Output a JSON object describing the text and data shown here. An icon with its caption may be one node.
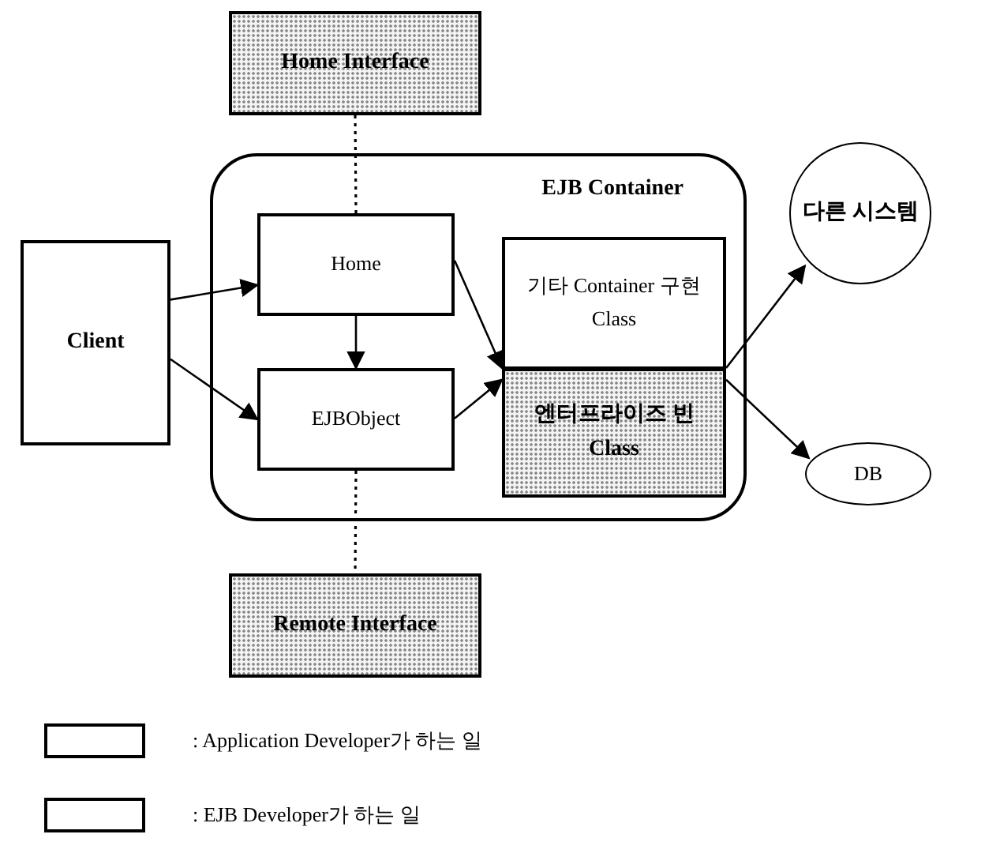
{
  "diagram": {
    "nodes": [
      {
        "text": [
          "Home Interface"
        ]
      },
      {
        "text": [
          "EJB Container"
        ]
      },
      {
        "text": [
          "Client"
        ]
      },
      {
        "text": [
          "Home"
        ],
        "in": 1
      },
      {
        "text": [
          "EJBObject"
        ],
        "in": 1
      },
      {
        "text": [
          "기타 Container 구현 Class"
        ],
        "in": 1
      },
      {
        "text": [
          "엔터프라이즈 빈 Class"
        ],
        "in": 1
      },
      {
        "text": [
          "다른 시스템"
        ]
      },
      {
        "text": [
          "DB"
        ]
      },
      {
        "text": [
          "Remote Interface"
        ]
      }
    ],
    "edges": [
      {
        "from": 2,
        "to": 3,
        "arrow": "to"
      },
      {
        "from": 2,
        "to": 4,
        "arrow": "to"
      },
      {
        "from": 3,
        "to": 4,
        "arrow": "to"
      },
      {
        "from": 3,
        "to": 6,
        "arrow": "to"
      },
      {
        "from": 4,
        "to": 6,
        "arrow": "to"
      },
      {
        "from": 6,
        "to": 7,
        "arrow": "to"
      },
      {
        "from": 6,
        "to": 8,
        "arrow": "to"
      },
      {
        "from": 0,
        "to": 3,
        "arrow": "none",
        "style": "dashed"
      },
      {
        "from": 4,
        "to": 9,
        "arrow": "none",
        "style": "dashed"
      }
    ],
    "legend": [
      {
        "text": ": Application Developer가 하는 일"
      },
      {
        "text": ": EJB Developer가 하는 일"
      }
    ]
  }
}
